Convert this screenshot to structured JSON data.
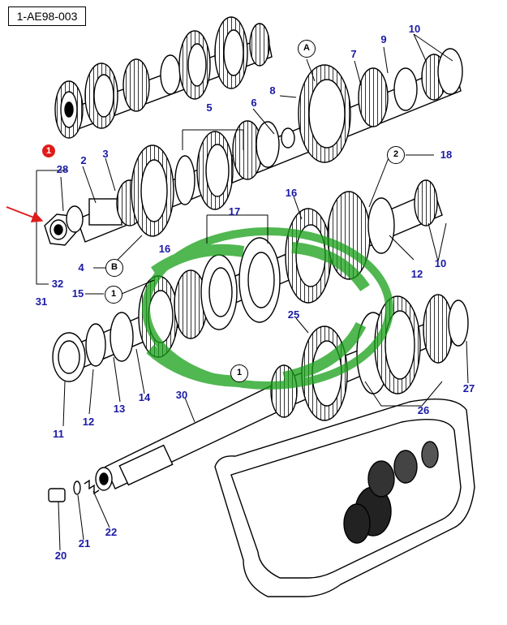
{
  "reference_code": "1-AE98-003",
  "colors": {
    "label": "#1a1aa6",
    "line": "#000000",
    "arrow": "#e01b1b",
    "badge": "#e01b1b",
    "watermark": "#18a018"
  },
  "badge_text": "1",
  "part_numbers": [
    "2",
    "3",
    "4",
    "5",
    "6",
    "7",
    "8",
    "9",
    "10",
    "10",
    "11",
    "12",
    "12",
    "13",
    "14",
    "15",
    "16",
    "16",
    "17",
    "18",
    "20",
    "21",
    "22",
    "25",
    "26",
    "27",
    "28",
    "30",
    "31",
    "32"
  ],
  "circle_labels": [
    "A",
    "B",
    "1",
    "2",
    "1"
  ],
  "watermark_icon": "logo-watermark"
}
